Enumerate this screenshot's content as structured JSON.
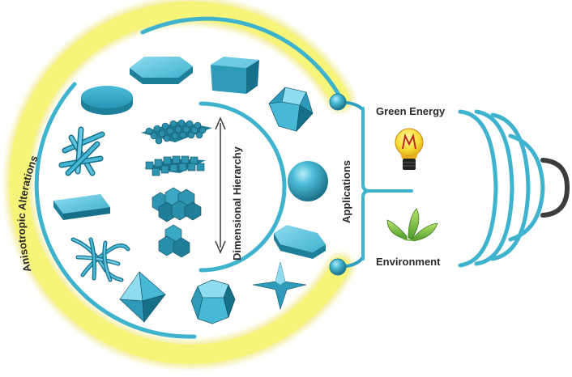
{
  "labels": {
    "outer_arc": "Anisotropic Alterations",
    "inner_arrow": "Dimensional Hierarchy",
    "bracket": "Applications",
    "top_application": "Green Energy",
    "bottom_application": "Environment"
  },
  "colors": {
    "glow": "#f7f47a",
    "ring": "#3fb2cd",
    "shape_light": "#47b9d6",
    "shape_dark": "#1d7f99",
    "connector": "#2e9fc0",
    "cap_ring": "#3c3c3c",
    "text": "#2a2a2a"
  },
  "shapes": [
    "hexagonal-plate",
    "cube",
    "disc",
    "truncated-octahedron",
    "nanowires",
    "sphere",
    "square-plate",
    "hexagonal-prism",
    "branched-wires",
    "octahedron",
    "truncated-cube",
    "tetrapod-star"
  ],
  "hierarchy_levels": [
    "3d-superlattice",
    "2d-layer",
    "1d-chain",
    "0d-cluster"
  ],
  "icons": [
    "light-bulb-icon",
    "leaf-sprout-icon"
  ]
}
